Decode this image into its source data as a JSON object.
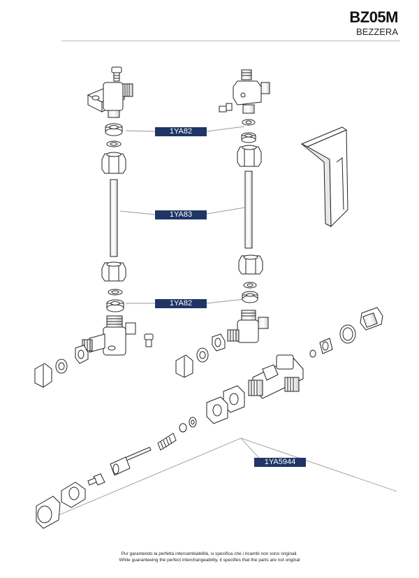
{
  "header": {
    "model": "BZ05M",
    "brand": "BEZZERA"
  },
  "labels": {
    "top_gaskets": "1YA82",
    "tubes": "1YA83",
    "bottom_gaskets": "1YA82",
    "valve_assembly": "1YA5944"
  },
  "footer": {
    "line_it": "Pur garantendo la perfetta intercambiabilità, si specifica che i ricambi non sono originali.",
    "line_en": "While guaranteeing the perfect interchangeability, it specifies that the parts are not original"
  },
  "colors": {
    "label_bg": "#1f3566",
    "label_text": "#ffffff",
    "line_art": "#222222",
    "leader": "#999999"
  }
}
